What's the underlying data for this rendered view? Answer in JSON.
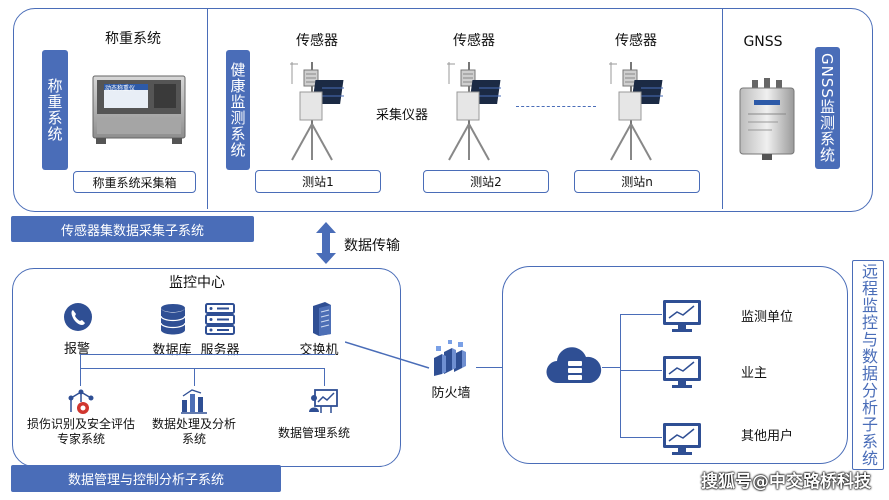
{
  "top": {
    "weighing": {
      "title": "称重系统",
      "tab": "称重系统",
      "box_label": "称重系统采集箱",
      "device_screen": "动态称重仪"
    },
    "health": {
      "tab": "健康监测系统",
      "stations": [
        {
          "header": "传感器",
          "label": "测站1"
        },
        {
          "header": "传感器",
          "label": "测站2"
        },
        {
          "header": "传感器",
          "label": "测站n"
        }
      ],
      "collector": "采集仪器"
    },
    "gnss": {
      "title": "GNSS",
      "tab": "GNSS监测系统"
    },
    "banner": "传感器集数据采集子系统"
  },
  "transfer": "数据传输",
  "monitor": {
    "title": "监控中心",
    "items": {
      "alarm": "报警",
      "database": "数据库",
      "server": "服务器",
      "switch": "交换机",
      "damage": "损伤识别及安全评估专家系统",
      "processing": "数据处理及分析系统",
      "management": "数据管理系统"
    },
    "banner": "数据管理与控制分析子系统"
  },
  "firewall": "防火墙",
  "remote": {
    "tab": "远程监控与数据分析子系统",
    "users": [
      "监测单位",
      "业主",
      "其他用户"
    ]
  },
  "watermark": "搜狐号@中交路桥科技",
  "colors": {
    "accent": "#4a6db8",
    "icon": "#2f4f94"
  }
}
